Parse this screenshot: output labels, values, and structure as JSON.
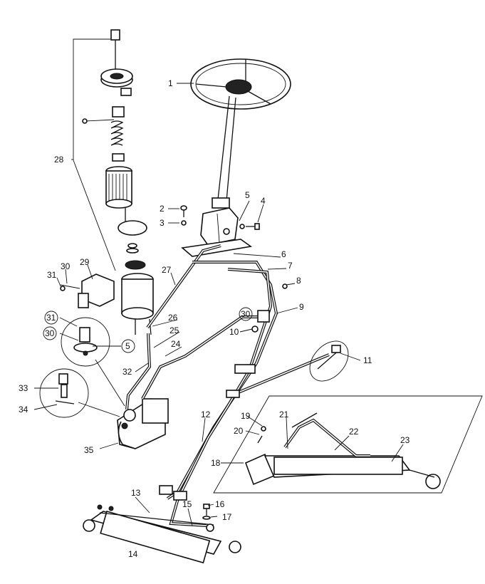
{
  "callouts": [
    {
      "id": "c1",
      "text": "1"
    },
    {
      "id": "c2",
      "text": "2"
    },
    {
      "id": "c3",
      "text": "3"
    },
    {
      "id": "c4",
      "text": "4"
    },
    {
      "id": "c5",
      "text": "5"
    },
    {
      "id": "c6",
      "text": "6"
    },
    {
      "id": "c7",
      "text": "7"
    },
    {
      "id": "c8",
      "text": "8"
    },
    {
      "id": "c9",
      "text": "9"
    },
    {
      "id": "c10",
      "text": "10"
    },
    {
      "id": "c11",
      "text": "11"
    },
    {
      "id": "c12",
      "text": "12"
    },
    {
      "id": "c13",
      "text": "13"
    },
    {
      "id": "c14",
      "text": "14"
    },
    {
      "id": "c15",
      "text": "15"
    },
    {
      "id": "c16",
      "text": "16"
    },
    {
      "id": "c17",
      "text": "17"
    },
    {
      "id": "c18",
      "text": "18"
    },
    {
      "id": "c19",
      "text": "19"
    },
    {
      "id": "c20",
      "text": "20"
    },
    {
      "id": "c21",
      "text": "21"
    },
    {
      "id": "c22",
      "text": "22"
    },
    {
      "id": "c23",
      "text": "23"
    },
    {
      "id": "c24",
      "text": "24"
    },
    {
      "id": "c25",
      "text": "25"
    },
    {
      "id": "c26",
      "text": "26"
    },
    {
      "id": "c27",
      "text": "27"
    },
    {
      "id": "c28",
      "text": "28"
    },
    {
      "id": "c29",
      "text": "29"
    },
    {
      "id": "c30a",
      "text": "30"
    },
    {
      "id": "c30b",
      "text": "30"
    },
    {
      "id": "c30c",
      "text": "30"
    },
    {
      "id": "c31a",
      "text": "31"
    },
    {
      "id": "c31b",
      "text": "31"
    },
    {
      "id": "c5b",
      "text": "5"
    },
    {
      "id": "c32",
      "text": "32"
    },
    {
      "id": "c33",
      "text": "33"
    },
    {
      "id": "c34",
      "text": "34"
    },
    {
      "id": "c35",
      "text": "35"
    }
  ]
}
